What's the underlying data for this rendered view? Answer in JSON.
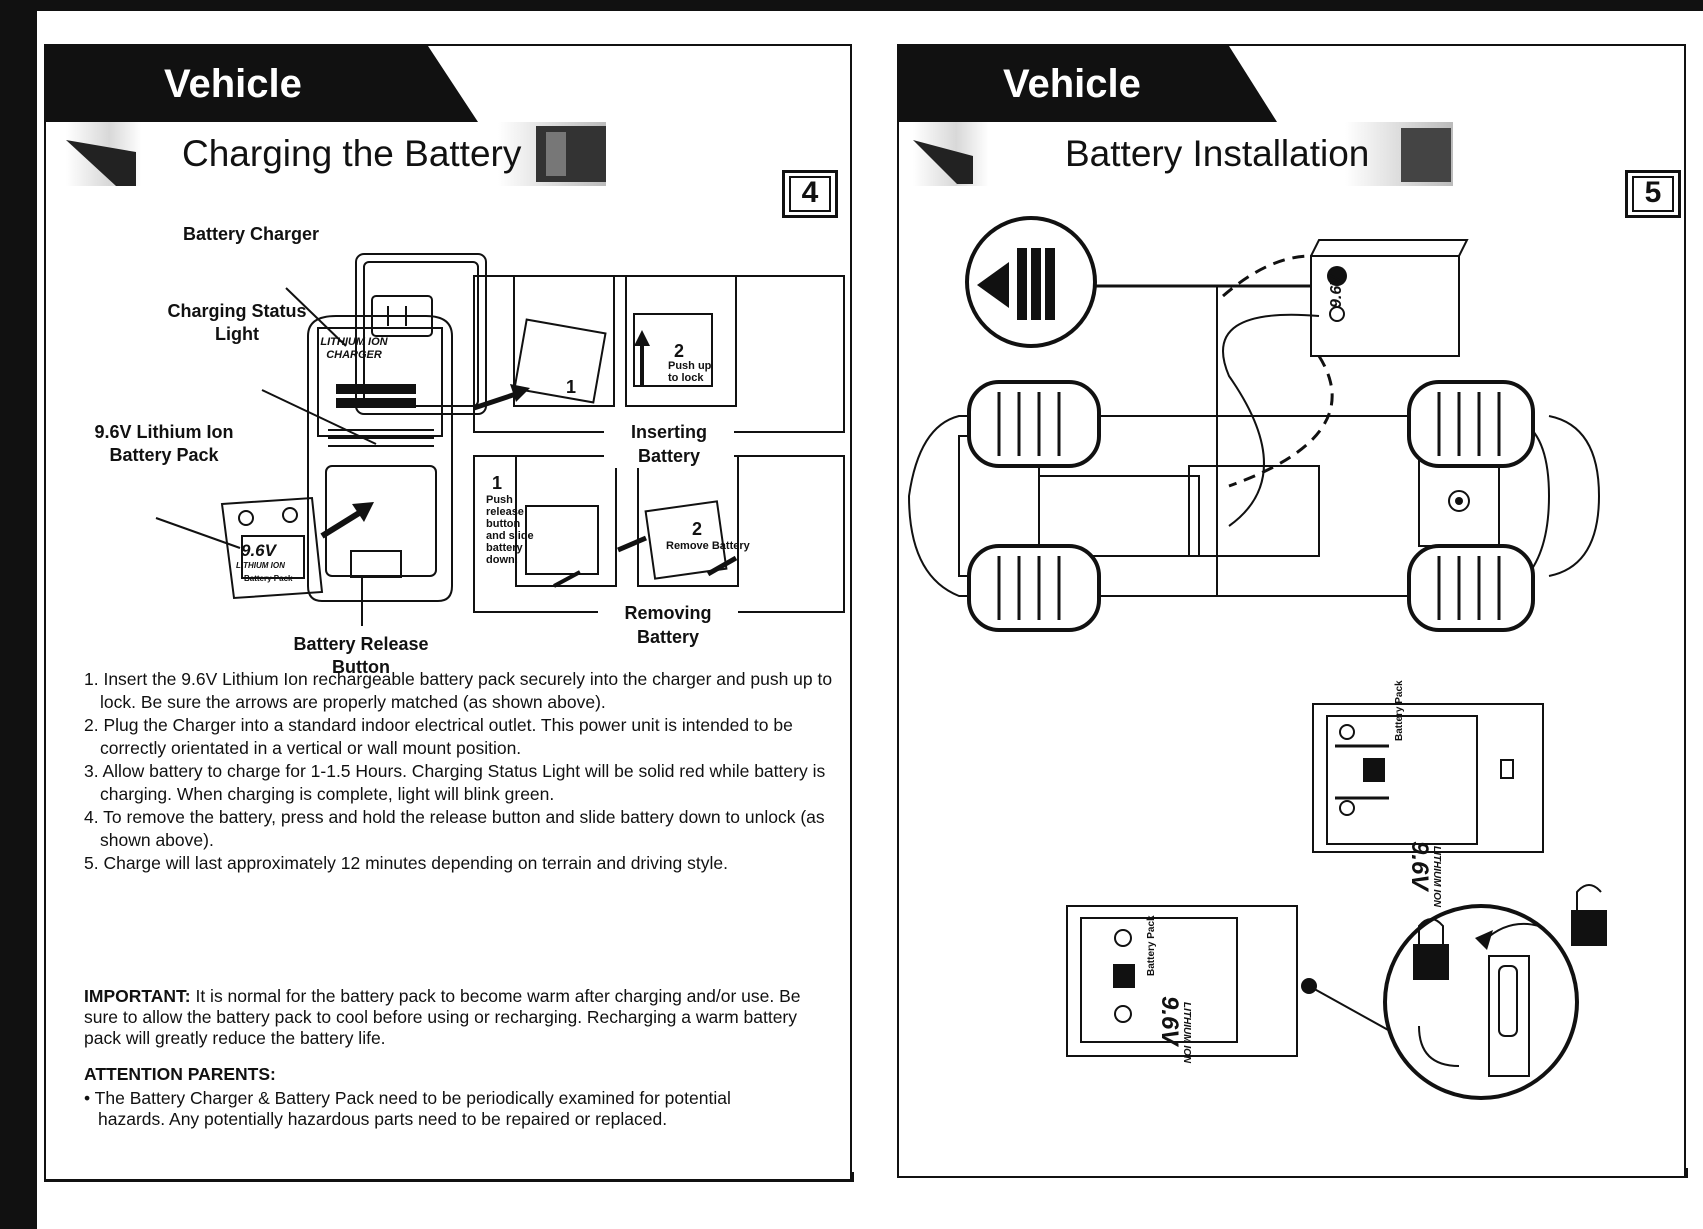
{
  "left_page": {
    "banner": "Vehicle",
    "section_title": "Charging the Battery",
    "page_number": "4",
    "labels": {
      "battery_charger": "Battery Charger",
      "charging_status_light_1": "Charging Status",
      "charging_status_light_2": "Light",
      "battery_pack_1": "9.6V Lithium Ion",
      "battery_pack_2": "Battery Pack",
      "release_button_1": "Battery Release",
      "release_button_2": "Button",
      "charger_brand_1": "LITHIUM ION",
      "charger_brand_2": "CHARGER",
      "battery_voltage": "9.6V",
      "battery_type": "LITHIUM ION",
      "battery_pack_text": "Battery Pack"
    },
    "inserting_battery": {
      "caption": "Inserting Battery",
      "step1": "1",
      "step2": "2",
      "step2_text_1": "Push up",
      "step2_text_2": "to lock"
    },
    "removing_battery": {
      "caption": "Removing Battery",
      "step1": "1",
      "step1_text": [
        "Push",
        "release",
        "button",
        "and slide",
        "battery",
        "down."
      ],
      "step2": "2",
      "step2_text": "Remove Battery"
    },
    "steps": [
      "1. Insert the 9.6V Lithium Ion rechargeable battery pack securely into the charger and push up to lock. Be sure the arrows are properly matched (as shown above).",
      "2. Plug the Charger into a standard indoor electrical outlet. This power unit is intended to be correctly orientated in a vertical or wall mount position.",
      "3. Allow battery to charge for 1-1.5 Hours. Charging Status Light will be solid red while battery is charging. When charging is complete, light will blink green.",
      "4. To remove the battery, press and hold the release button and slide battery down to unlock (as shown above).",
      "5. Charge will last approximately 12 minutes depending on terrain and driving style."
    ],
    "important_label": "IMPORTANT:",
    "important_text": " It is normal for the battery pack to become warm after charging and/or use. Be sure to allow the battery pack to cool before using or recharging. Recharging a warm battery pack will greatly reduce the battery life.",
    "attention_heading": "ATTENTION PARENTS:",
    "attention_text": "• The Battery Charger & Battery Pack need to be periodically examined for potential hazards. Any potentially hazardous parts need to be repaired or replaced."
  },
  "right_page": {
    "banner": "Vehicle",
    "section_title": "Battery Installation",
    "page_number": "5",
    "battery_voltage": "9.6V",
    "battery_type": "LITHIUM ION",
    "battery_pack_text": "Battery Pack"
  }
}
